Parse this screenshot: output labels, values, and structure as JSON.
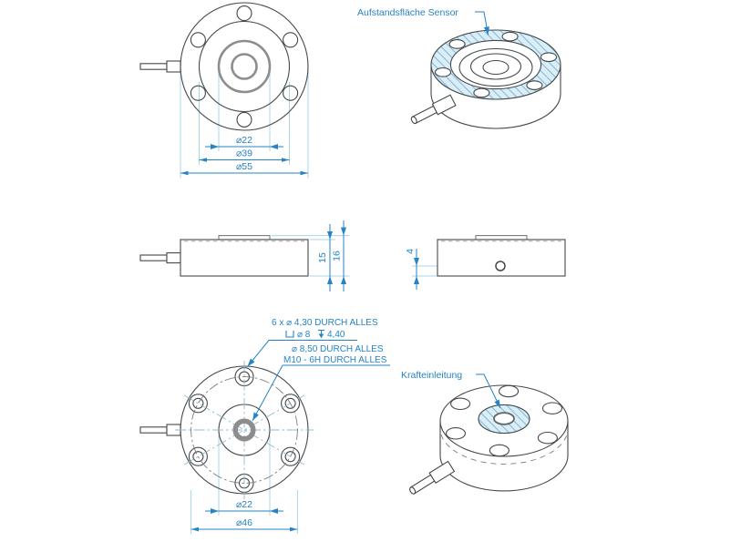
{
  "drawing": {
    "labels": {
      "surface_sensor": "Aufstandsfläche Sensor",
      "force_introduction": "Krafteinleitung"
    },
    "callouts": {
      "bolt_holes": {
        "line1": "6 x ⌀ 4,30 DURCH ALLES",
        "cbore_dia": "⌀ 8",
        "cbore_depth": "4,40",
        "counterbore_symbol": "⌴",
        "depth_symbol": "↧"
      },
      "center_hole": {
        "line1": "⌀ 8,50 DURCH ALLES",
        "line2": "M10 - 6H DURCH ALLES"
      }
    },
    "dims": {
      "top": {
        "d22": "⌀22",
        "d39": "⌀39",
        "d55": "⌀55"
      },
      "side": {
        "h15": "15",
        "h16": "16"
      },
      "side_right": {
        "offset4": "4"
      },
      "bottom": {
        "d22": "⌀22",
        "d46": "⌀46"
      }
    },
    "colors": {
      "dimension_blue": "#2583c6",
      "extension_blue": "#a9d5e8",
      "line_dark": "#44484a",
      "gray_feature": "#8d8d8d",
      "hatch_fill": "#d9eef8",
      "hatch_line": "#86b6cf"
    }
  }
}
